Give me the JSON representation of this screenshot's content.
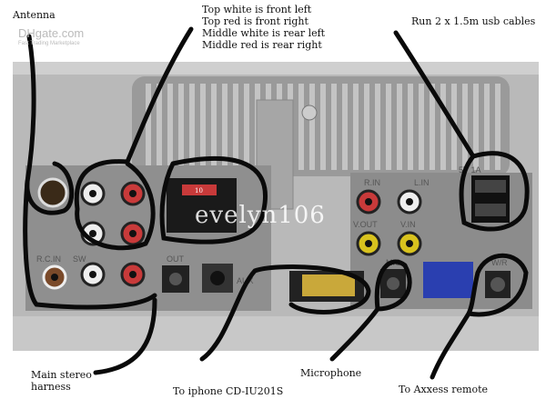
{
  "annotations": {
    "antenna": "Antenna",
    "speakers": [
      "Top white is front left",
      "Top red is front right",
      "Middle white is rear left",
      "Middle red is rear right"
    ],
    "usb": "Run 2 x 1.5m usb cables",
    "harness": [
      "Main stereo",
      "harness"
    ],
    "iphone": "To iphone CD-IU201S",
    "microphone": "Microphone",
    "remote": "To Axxess remote"
  },
  "device_labels": {
    "rin": "R.IN",
    "lin": "L.IN",
    "vout": "V.OUT",
    "vin": "V.IN",
    "mic": "MIC",
    "wr": "W/R",
    "aux": "AUX",
    "out": "OUT",
    "sw": "SW",
    "rcin": "R.C.IN",
    "usb_rating": "5V 1A",
    "plug": "10"
  },
  "watermark": "evelyn106",
  "logo": {
    "name": "DHgate.com",
    "tagline": "Fast Trading Marketplace"
  },
  "colors": {
    "chassis": "#b9b9b9",
    "panel": "#8f8f8f",
    "red": "#c83a3a",
    "yellow": "#d8c21e",
    "blue": "#2a3fb0",
    "ink": "#0a0a0a"
  }
}
